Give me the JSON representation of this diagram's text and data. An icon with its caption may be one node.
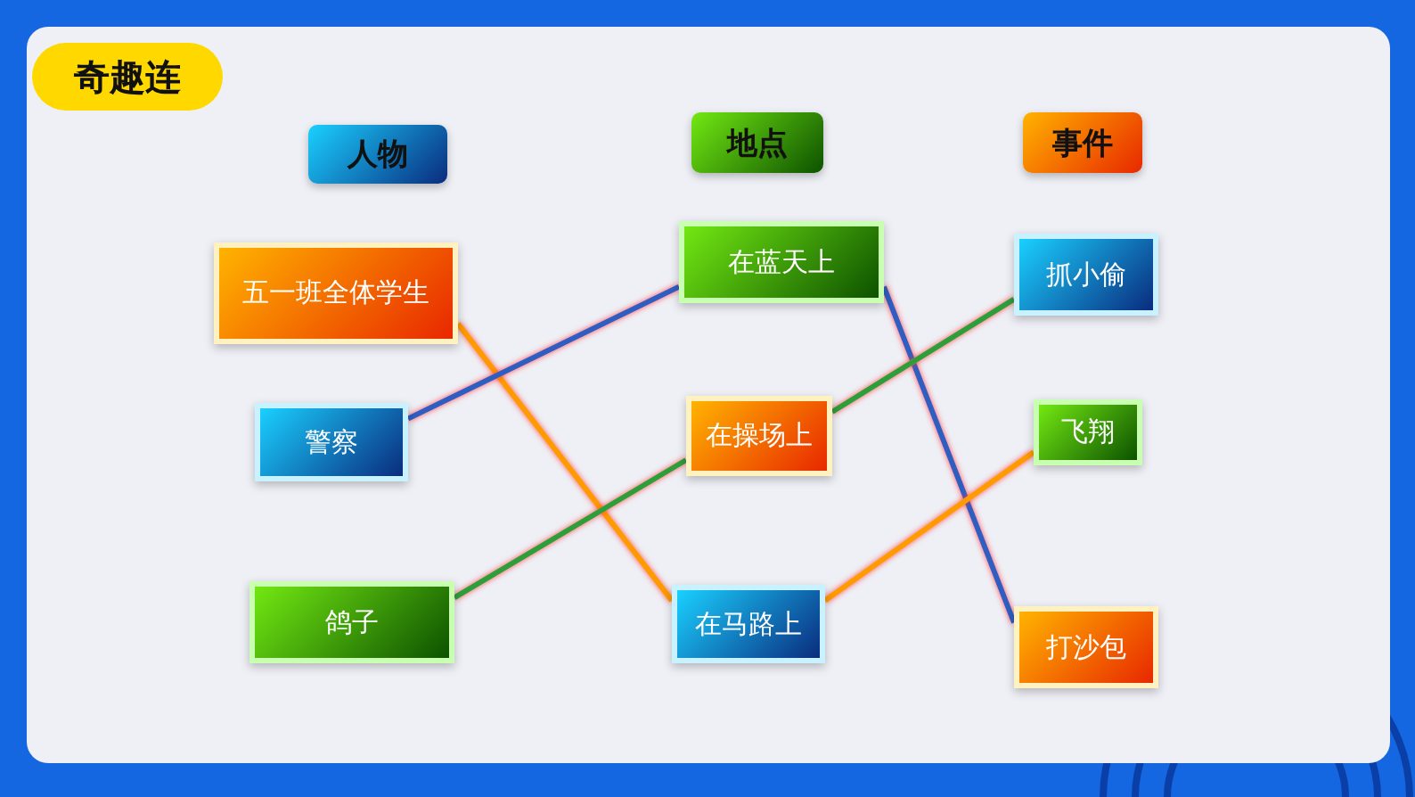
{
  "diagram": {
    "title": "奇趣连",
    "nodes": [
      {
        "text": [
          "人物"
        ]
      },
      {
        "text": [
          "地点"
        ]
      },
      {
        "text": [
          "事件"
        ]
      },
      {
        "text": [
          "五一班全体学生"
        ]
      },
      {
        "text": [
          "在蓝天上"
        ]
      },
      {
        "text": [
          "抓小偷"
        ]
      },
      {
        "text": [
          "警察"
        ]
      },
      {
        "text": [
          "在操场上"
        ]
      },
      {
        "text": [
          "飞翔"
        ]
      },
      {
        "text": [
          "鸽子"
        ]
      },
      {
        "text": [
          "在马路上"
        ]
      },
      {
        "text": [
          "打沙包"
        ]
      }
    ],
    "edges": [
      {
        "from": 3,
        "to": 10,
        "arrow": "none",
        "color": "#ff9a00"
      },
      {
        "from": 6,
        "to": 4,
        "arrow": "none",
        "color": "#2f5fc0"
      },
      {
        "from": 9,
        "to": 7,
        "arrow": "none",
        "color": "#2e9e3e"
      },
      {
        "from": 4,
        "to": 11,
        "arrow": "none",
        "color": "#2f5fc0"
      },
      {
        "from": 7,
        "to": 5,
        "arrow": "none",
        "color": "#2e9e3e"
      },
      {
        "from": 10,
        "to": 8,
        "arrow": "none",
        "color": "#ff9a00"
      }
    ]
  }
}
